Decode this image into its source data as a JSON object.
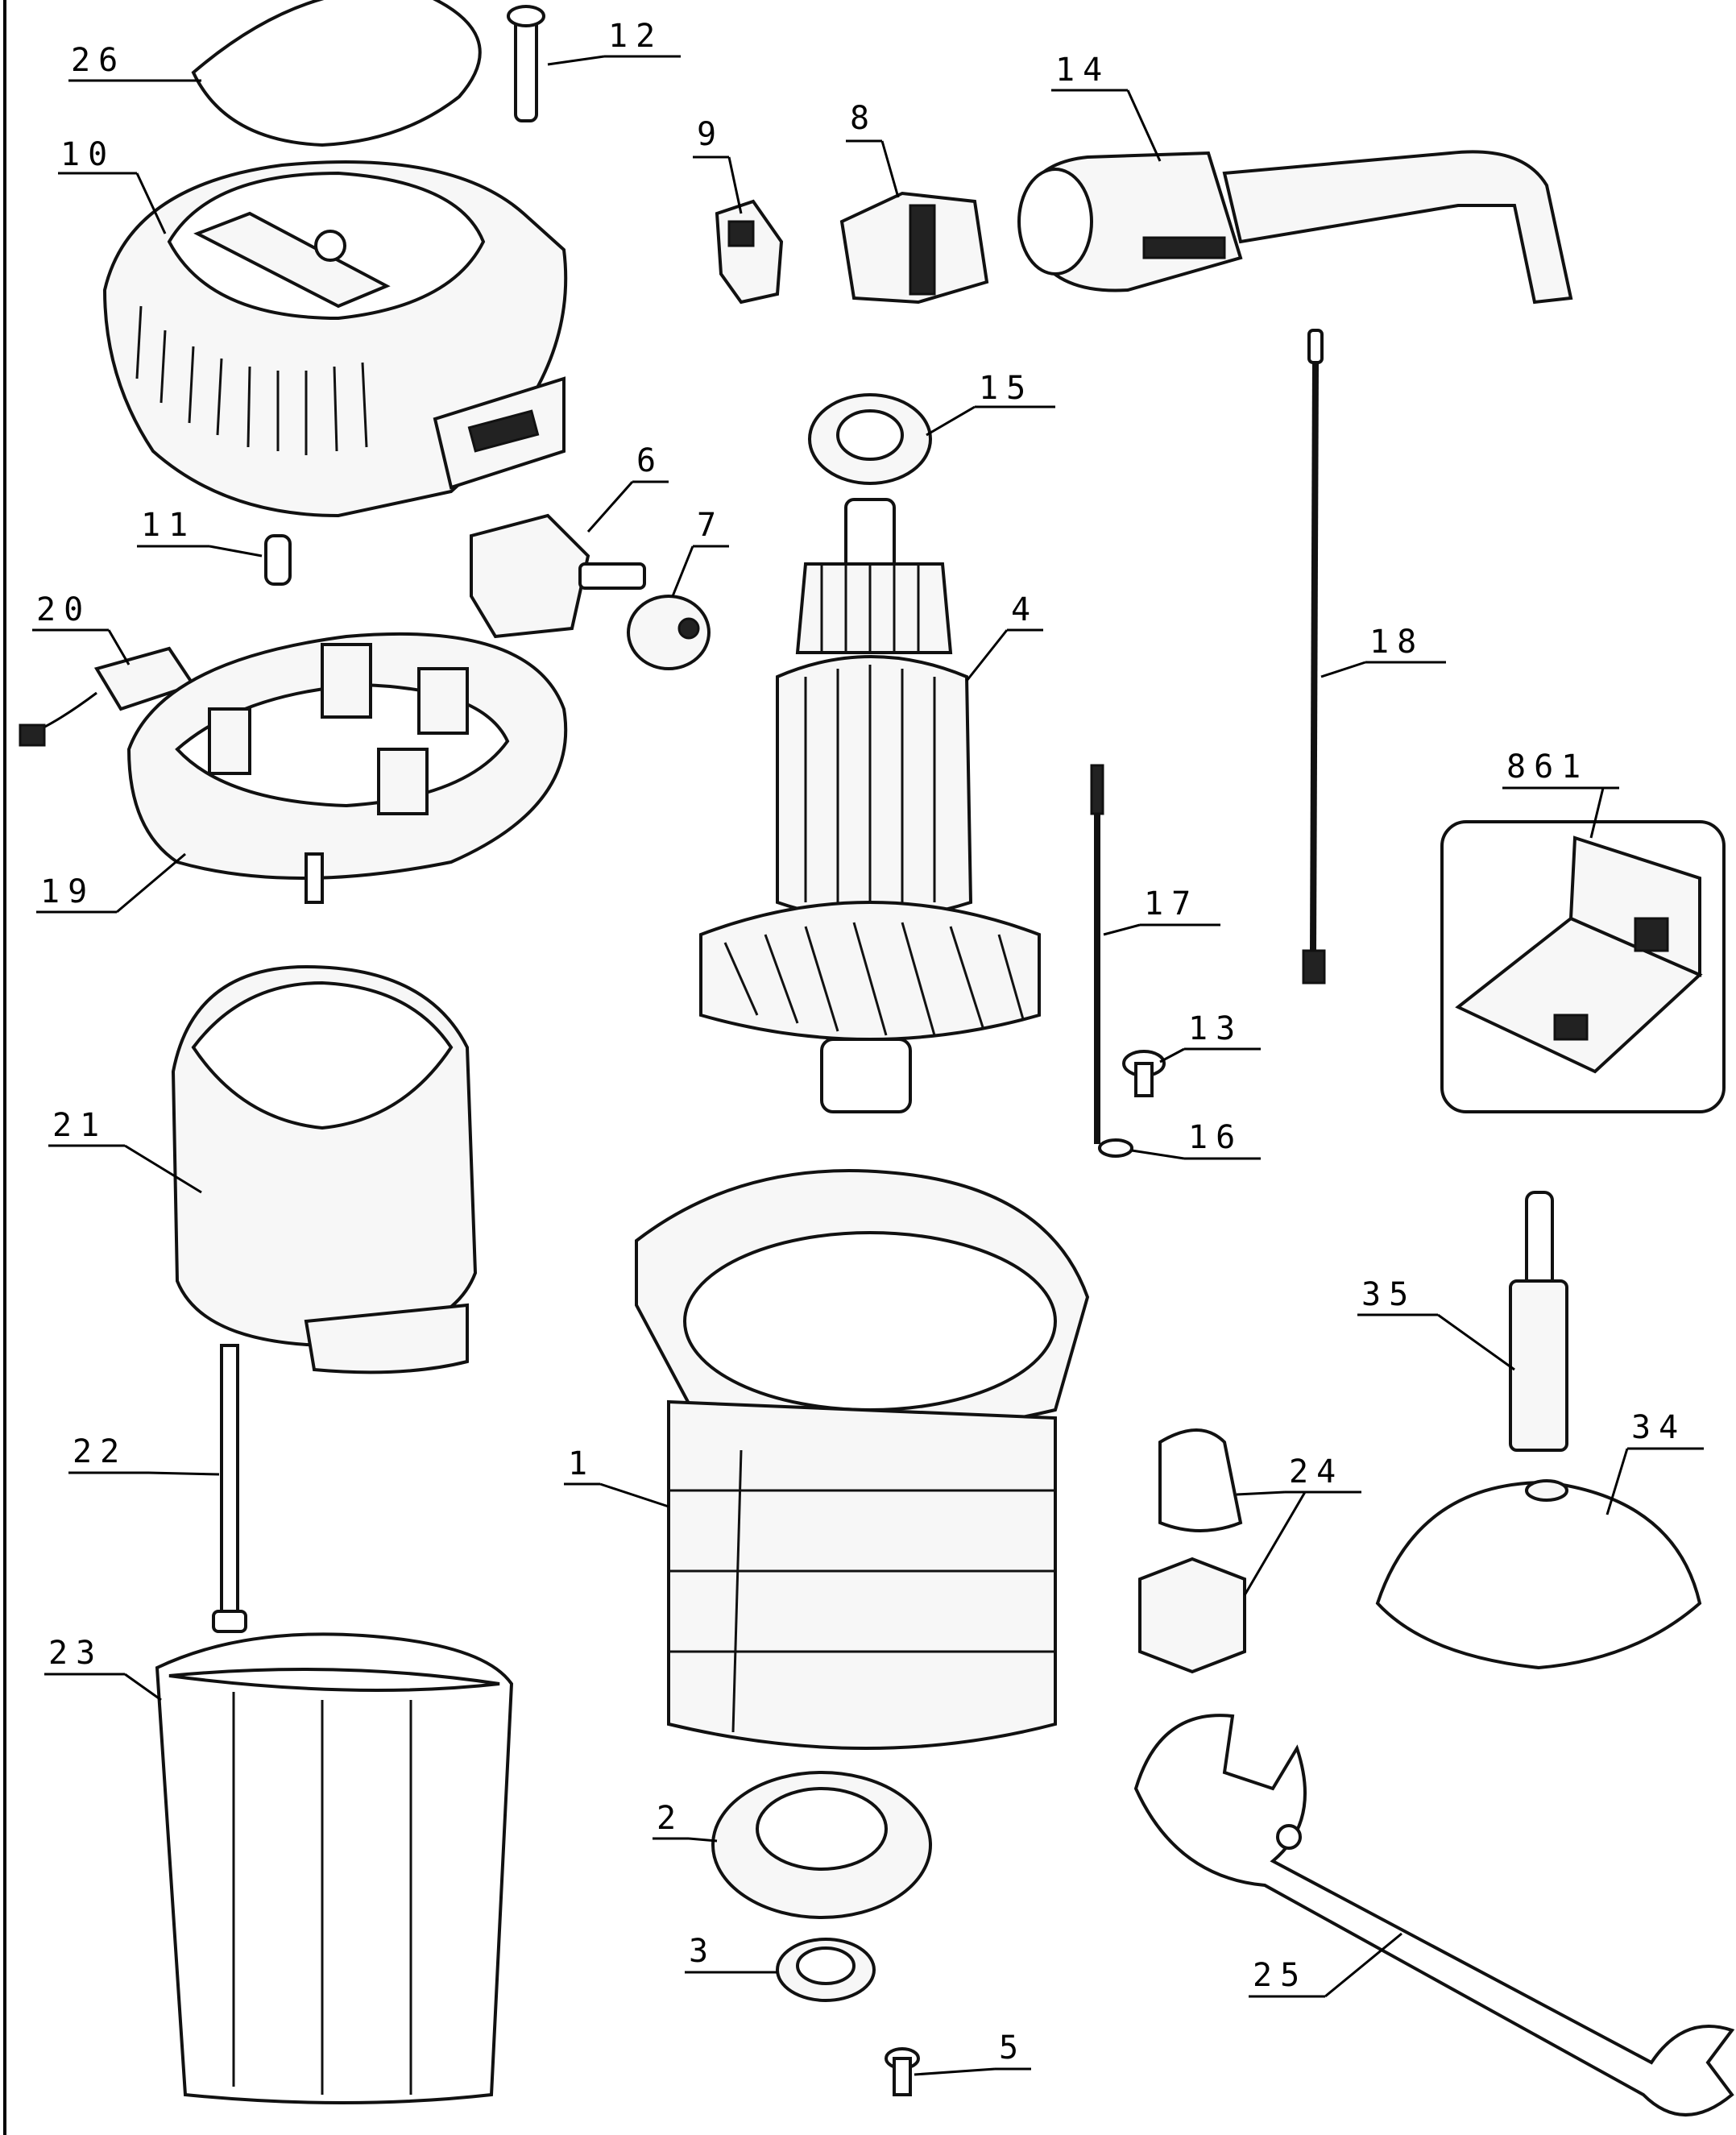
{
  "diagram": {
    "labels": [
      "26",
      "12",
      "10",
      "9",
      "8",
      "14",
      "15",
      "6",
      "11",
      "7",
      "4",
      "20",
      "18",
      "861",
      "19",
      "17",
      "13",
      "21",
      "16",
      "35",
      "22",
      "1",
      "24",
      "34",
      "23",
      "2",
      "3",
      "25",
      "5"
    ]
  }
}
